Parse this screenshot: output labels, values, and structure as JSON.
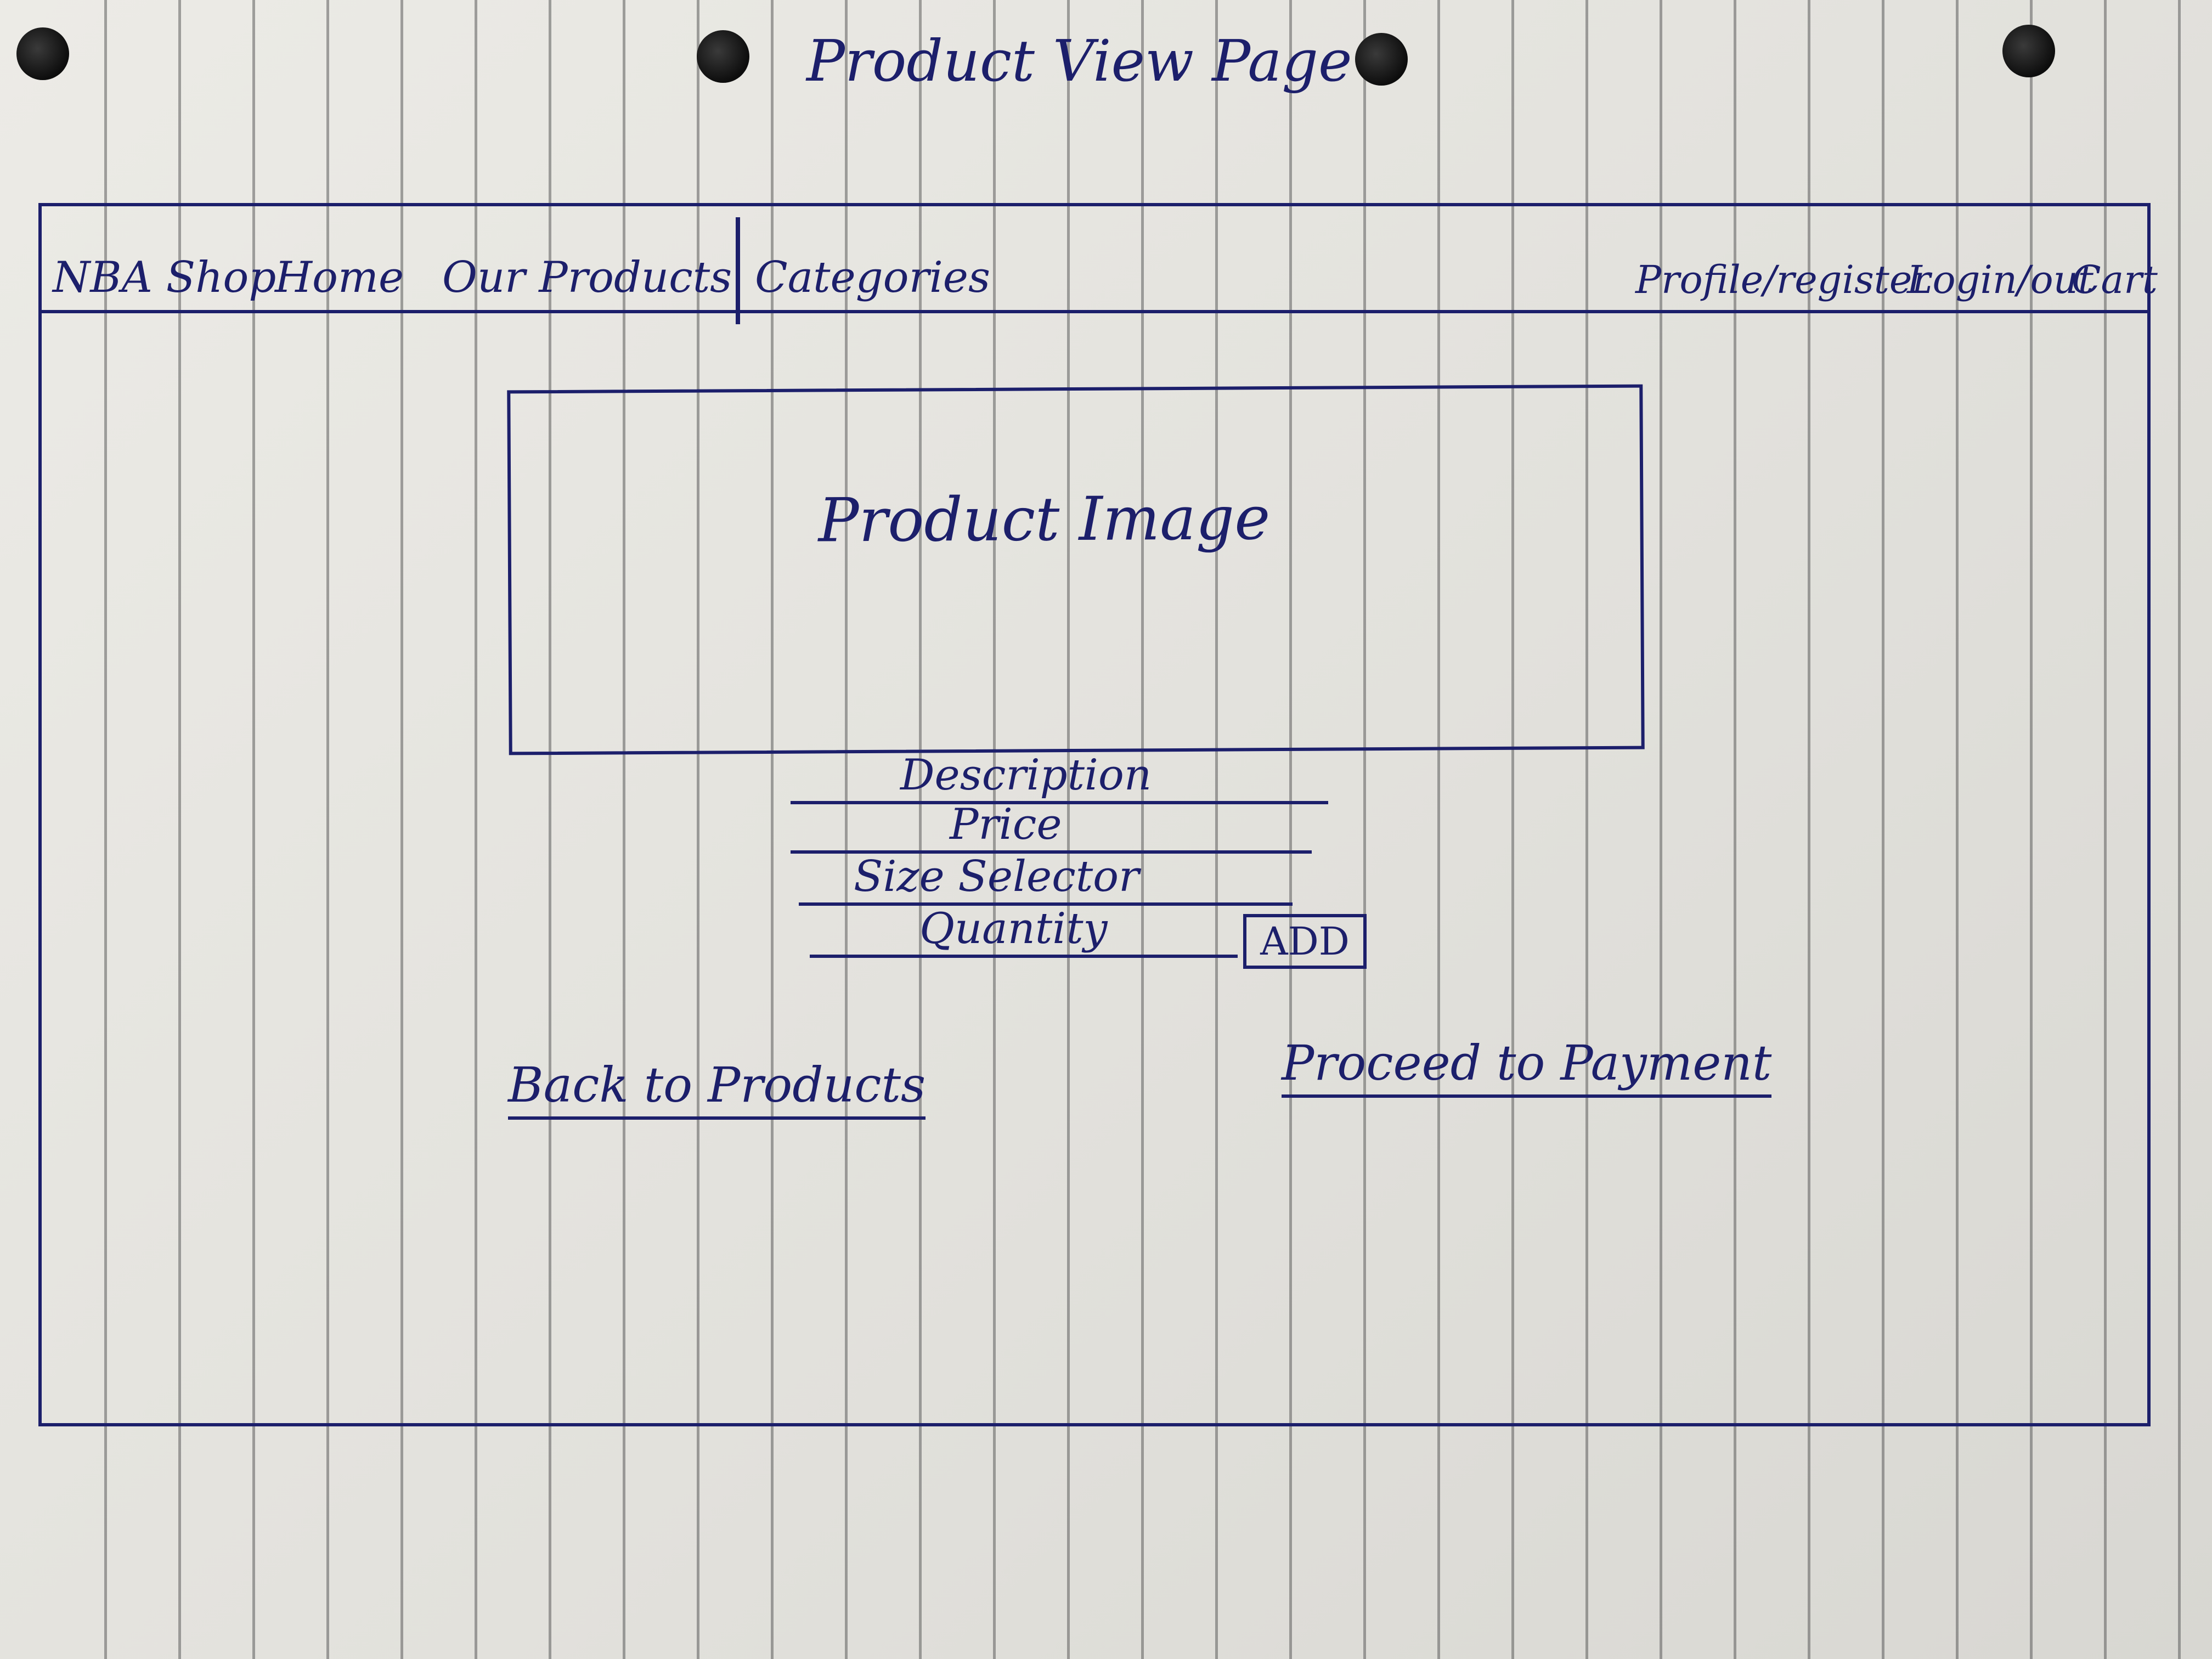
{
  "page_title": "Product View Page",
  "navbar": {
    "brand": "NBA Shop",
    "home": "Home",
    "our_products": "Our Products",
    "categories": "Categories",
    "profile_register": "Profile/register",
    "login_out": "Login/out",
    "cart": "Cart"
  },
  "product": {
    "image_label": "Product Image",
    "description": "Description",
    "price": "Price",
    "size_selector": "Size Selector",
    "quantity": "Quantity",
    "add_button": "ADD"
  },
  "footer_links": {
    "back": "Back to Products",
    "proceed": "Proceed to Payment"
  },
  "colors": {
    "ink": "#1c1f6b",
    "paper": "#e6e5e0",
    "rule_lines": "#5c5c5c"
  }
}
